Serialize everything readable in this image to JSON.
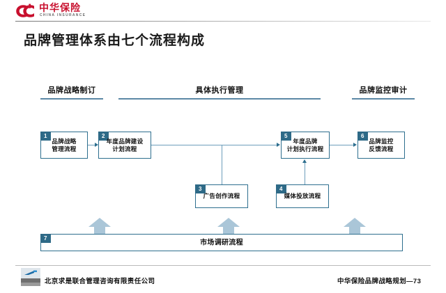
{
  "header": {
    "logo_cn": "中华保险",
    "logo_en": "CHINA INSURANCE",
    "logo_icon": "cc-mark-icon"
  },
  "title": "品牌管理体系由七个流程构成",
  "phases": [
    {
      "label": "品牌战略制订"
    },
    {
      "label": "具体执行管理"
    },
    {
      "label": "品牌监控审计"
    }
  ],
  "processes": [
    {
      "num": "1",
      "label": "品牌战略\n管理流程",
      "line1": "品牌战略",
      "line2": "管理流程"
    },
    {
      "num": "2",
      "label": "年度品牌建设\n计划流程",
      "line1": "年度品牌建设",
      "line2": "计划流程"
    },
    {
      "num": "3",
      "label": "广告创作流程",
      "line1": "广告创作流程",
      "line2": ""
    },
    {
      "num": "4",
      "label": "媒体投放流程",
      "line1": "媒体投放流程",
      "line2": ""
    },
    {
      "num": "5",
      "label": "年度品牌\n计划执行流程",
      "line1": "年度品牌",
      "line2": "计划执行流程"
    },
    {
      "num": "6",
      "label": "品牌监控\n反馈流程",
      "line1": "品牌监控",
      "line2": "反馈流程"
    },
    {
      "num": "7",
      "label": "市场调研流程",
      "line1": "市场调研流程",
      "line2": ""
    }
  ],
  "footer": {
    "company": "北京求是联合管理咨询有限责任公司",
    "deck": "中华保险品牌战略规划—73",
    "logo_icon": "qiushi-mark-icon"
  },
  "colors": {
    "brand_red": "#c8102e",
    "box_border": "#2d6e8e",
    "badge": "#2e6a87",
    "connector": "#6d9dbb",
    "phase_rule": "#5b88a5",
    "arrow_fill": "#aac6d8"
  }
}
